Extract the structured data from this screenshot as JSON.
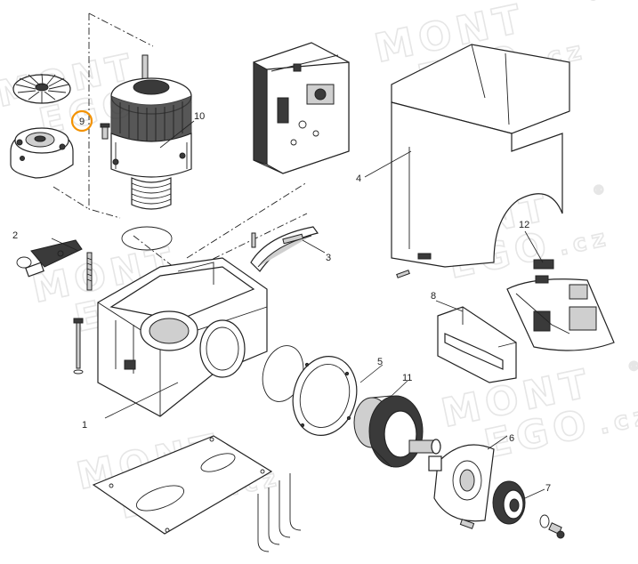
{
  "watermark": {
    "line1": "MONT",
    "line2": "EGO",
    "suffix": ".cz",
    "mark": "®"
  },
  "highlight_color": "#f39200",
  "callouts": {
    "p1": "1",
    "p2": "2",
    "p3": "3",
    "p4": "4",
    "p5": "5",
    "p6": "6",
    "p7": "7",
    "p8": "8",
    "p9": "9",
    "p10": "10",
    "p11": "11",
    "p12": "12"
  }
}
